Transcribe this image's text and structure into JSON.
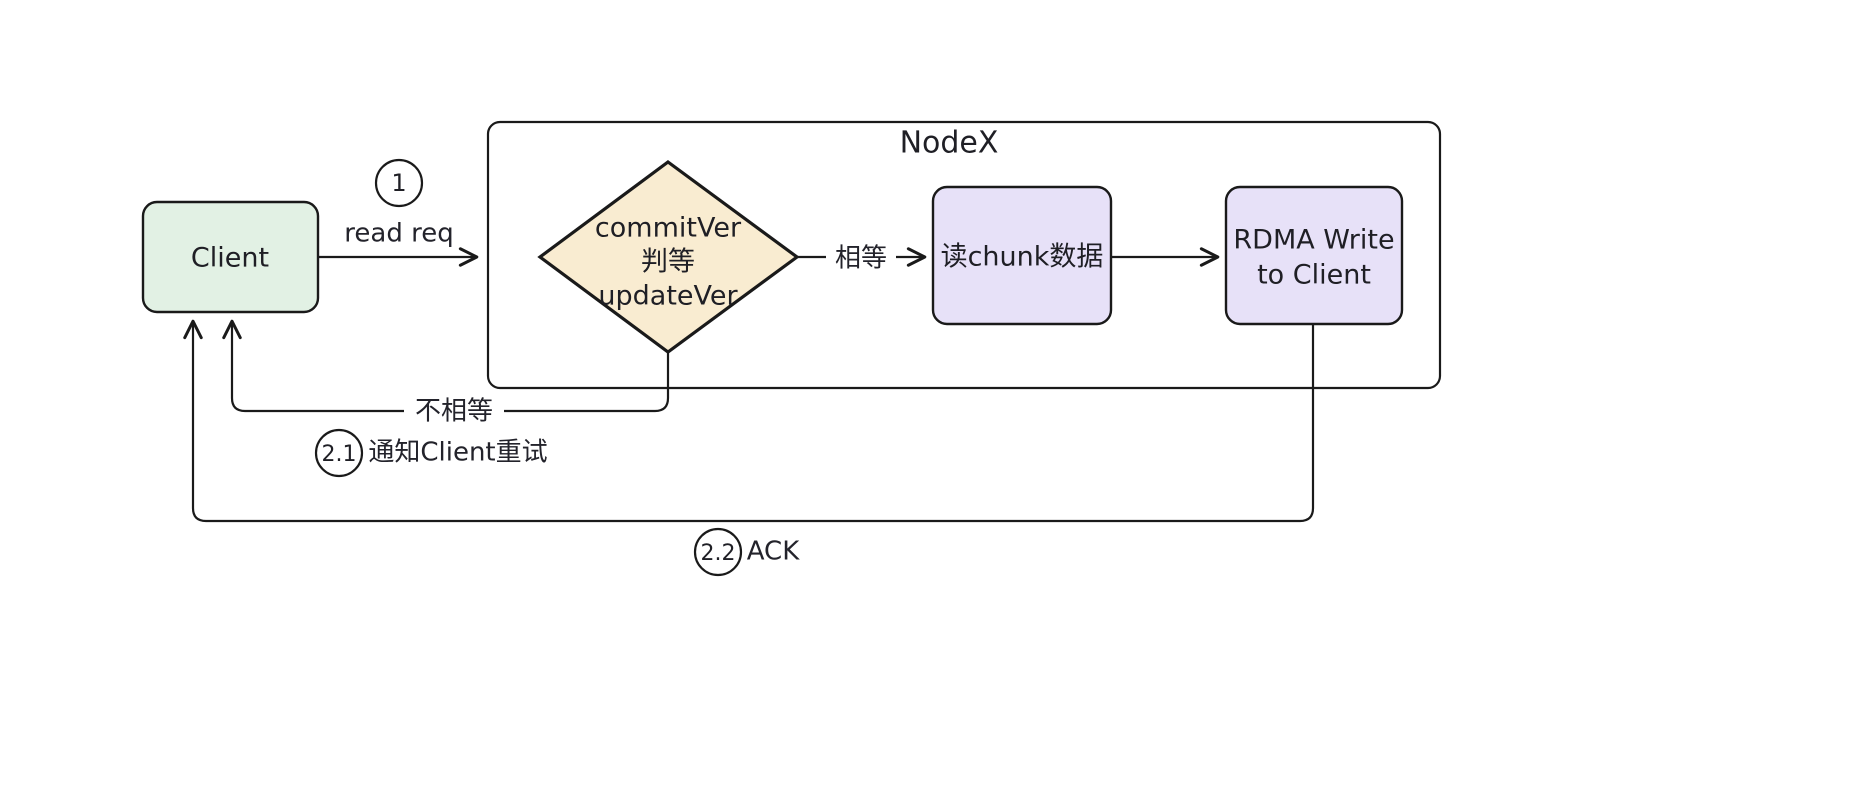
{
  "diagram": {
    "type": "flowchart",
    "title_node": "NodeX",
    "background": "#ffffff",
    "stroke_color": "#1a1a1a",
    "text_color": "#1f1f25"
  },
  "cluster": {
    "label": "NodeX",
    "fill": "#ffffff",
    "stroke": "#1a1a1a"
  },
  "nodes": {
    "client": {
      "label": "Client",
      "shape": "rounded-rect",
      "fill": "#e2f1e4",
      "stroke": "#1a1a1a"
    },
    "decision": {
      "line1": "commitVer",
      "line2": "判等",
      "line3": "updateVer",
      "shape": "diamond",
      "fill": "#f9ecd1",
      "stroke": "#1a1a1a"
    },
    "read_chunk": {
      "label": "读chunk数据",
      "shape": "rounded-rect",
      "fill": "#e7e1f8",
      "stroke": "#9a7fd6"
    },
    "rdma_write": {
      "line1": "RDMA Write",
      "line2": "to Client",
      "shape": "rounded-rect",
      "fill": "#e7e1f8",
      "stroke": "#9a7fd6"
    }
  },
  "edges": {
    "read_req": {
      "step": "1",
      "label": "read req",
      "from": "client",
      "to": "decision"
    },
    "equal": {
      "label": "相等",
      "from": "decision",
      "to": "read_chunk"
    },
    "chunk_to_rdma": {
      "label": "",
      "from": "read_chunk",
      "to": "rdma_write"
    },
    "not_equal": {
      "label": "不相等",
      "step": "2.1",
      "step_label": "通知Client重试",
      "from": "decision",
      "to": "client"
    },
    "ack": {
      "step": "2.2",
      "step_label": "ACK",
      "from": "rdma_write",
      "to": "client"
    }
  }
}
